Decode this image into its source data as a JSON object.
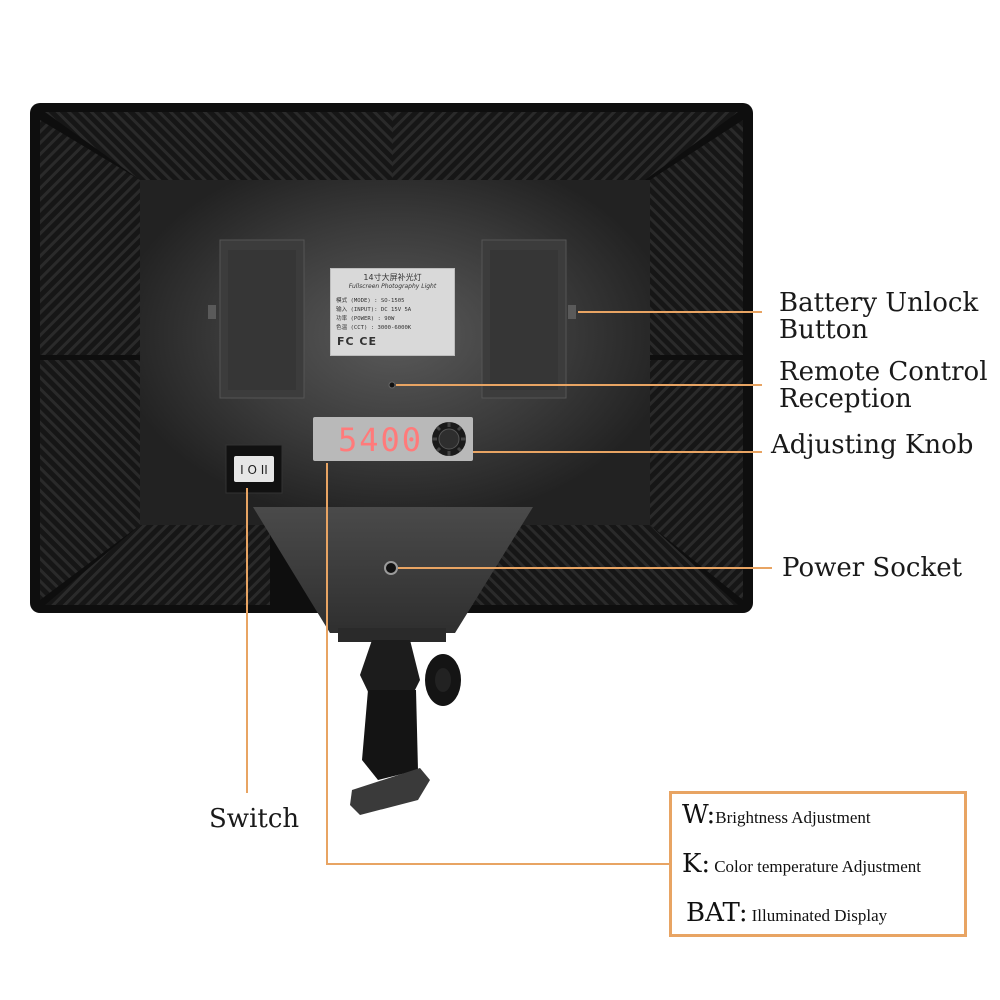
{
  "colors": {
    "panel": "#1c1c1c",
    "panel_rim": "#0c0c0c",
    "leader_line": "#e8a463",
    "display_digits": "#ff7a7a",
    "legend_border": "#e8a463"
  },
  "callouts": {
    "battery_unlock": "Battery Unlock Button",
    "battery_unlock_l1": "Battery Unlock",
    "battery_unlock_l2": "Button",
    "remote_l1": "Remote Control",
    "remote_l2": "Reception",
    "adjusting_knob": "Adjusting Knob",
    "power_socket": "Power Socket",
    "switch": "Switch"
  },
  "legend": {
    "items": [
      {
        "key": "W:",
        "value": "Brightness Adjustment"
      },
      {
        "key": "K:",
        "value": "Color temperature Adjustment"
      },
      {
        "key": "BAT:",
        "value": "Illuminated Display"
      }
    ]
  },
  "device": {
    "display_value": "5400",
    "switch_symbol": "I O II",
    "label": {
      "title": "14寸大屏补光灯",
      "subtitle": "Fullscreen Photography Light",
      "lines": [
        "模式 (MODE) : SO-1505",
        "输入 (INPUT): DC 15V 5A",
        "功率 (POWER) : 90W",
        "色温 (CCT) : 3000-6000K"
      ],
      "certs": "FC CE"
    },
    "icons": [
      "knob-icon",
      "power-socket-icon",
      "rocker-switch-icon",
      "mount-bracket-icon"
    ]
  }
}
